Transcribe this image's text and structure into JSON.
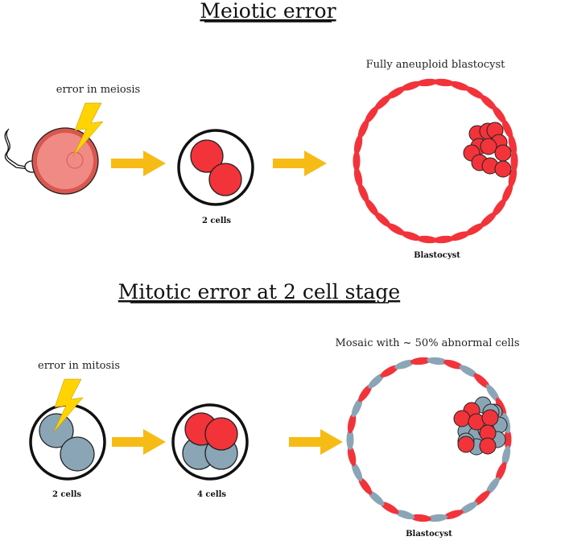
{
  "section1": {
    "title": "Meiotic error",
    "error_label": "error in meiosis",
    "embryo_label": "2 cells",
    "blastocyst_title": "Fully aneuploid blastocyst",
    "blastocyst_label": "Blastocyst"
  },
  "section2": {
    "title": "Mitotic error at 2 cell stage",
    "error_label": "error in mitosis",
    "embryo2_label": "2 cells",
    "embryo4_label": "4 cells",
    "blastocyst_title": "Mosaic with ~ 50% abnormal cells",
    "blastocyst_label": "Blastocyst"
  },
  "colors": {
    "abnormal": "#f2333a",
    "normal": "#8aa6b6",
    "egg": "#f08a84",
    "egg_rim": "#d9574f",
    "arrow": "#f7bb16",
    "bolt": "#ffd400"
  }
}
